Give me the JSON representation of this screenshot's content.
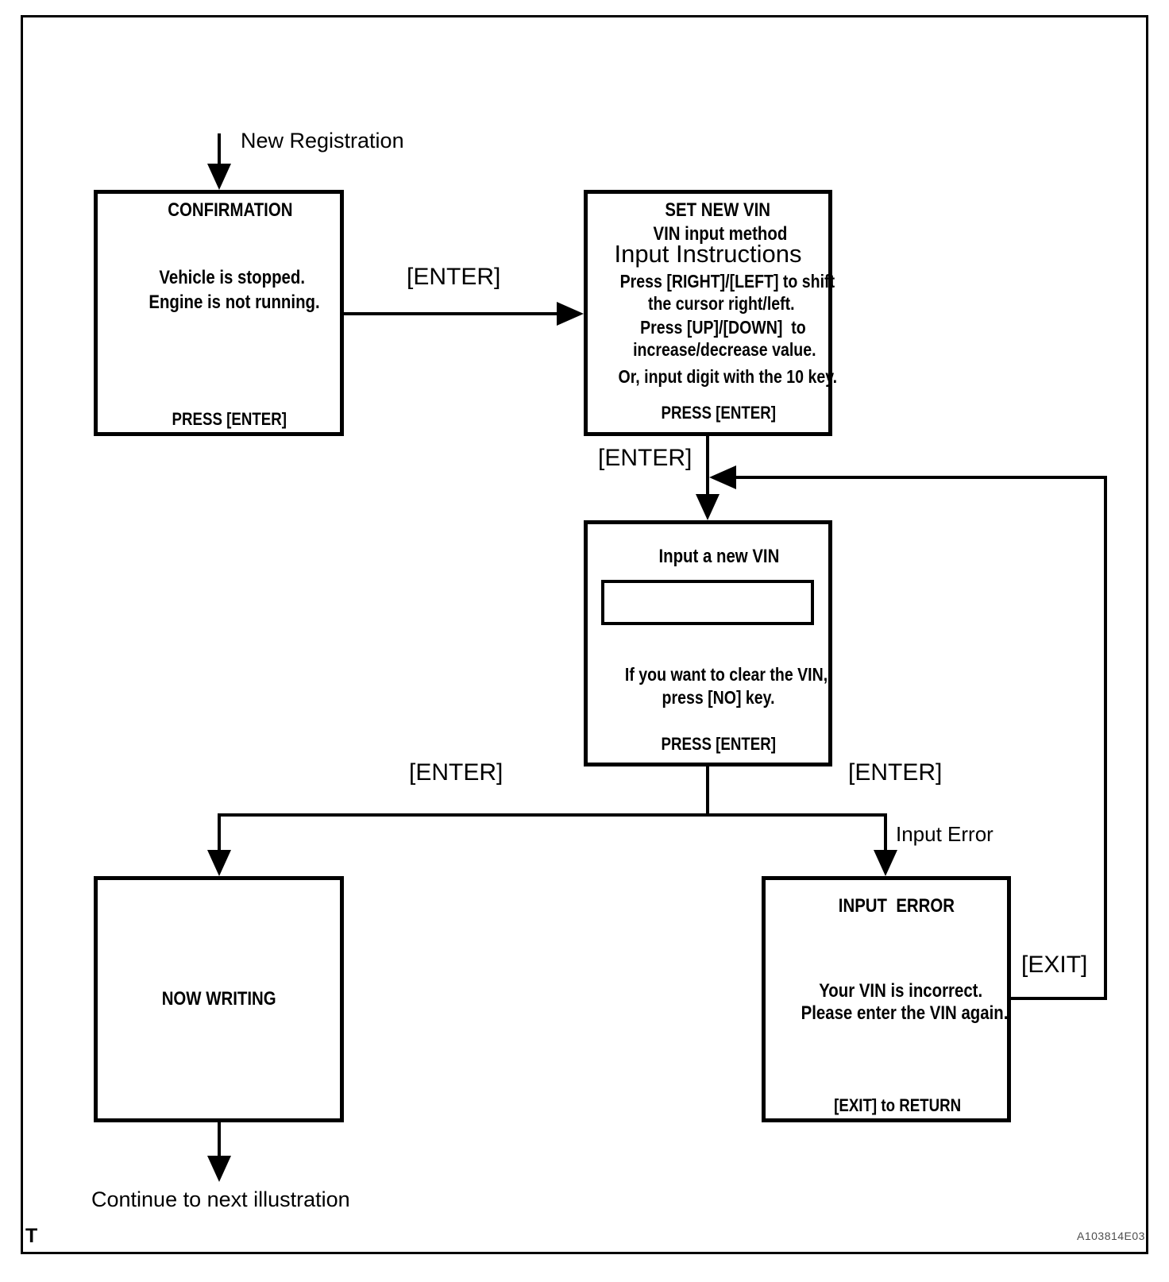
{
  "page": {
    "background": "#ffffff",
    "line_color": "#000000",
    "footer_left": "T",
    "footer_right": "A103814E03"
  },
  "labels": {
    "entry": "New Registration",
    "enter_confirm_to_vin": "[ENTER]",
    "enter_vin_to_input": "[ENTER]",
    "enter_to_writing": "[ENTER]",
    "enter_to_error": "[ENTER]",
    "input_error": "Input Error",
    "exit_loop": "[EXIT]",
    "continue": "Continue to next illustration"
  },
  "boxes": {
    "confirmation": {
      "title": "CONFIRMATION",
      "body_line1": "Vehicle is stopped.",
      "body_line2": "Engine is not running.",
      "footer": "PRESS [ENTER]"
    },
    "set_new_vin": {
      "title": "SET NEW VIN",
      "subtitle": "VIN input method",
      "heading": "Input Instructions",
      "instr1": "Press [RIGHT]/[LEFT] to shift",
      "instr2": "the cursor right/left.",
      "instr3": "Press [UP]/[DOWN]  to",
      "instr4": "increase/decrease value.",
      "instr5": "Or, input digit with the 10 key.",
      "footer": "PRESS [ENTER]"
    },
    "input_new_vin": {
      "title": "Input a new VIN",
      "vin_field_value": "",
      "note_line1": "If you want to clear the VIN,",
      "note_line2": "press [NO] key.",
      "footer": "PRESS [ENTER]"
    },
    "now_writing": {
      "title": "NOW WRITING"
    },
    "input_error": {
      "title": "INPUT  ERROR",
      "body_line1": "Your VIN is incorrect.",
      "body_line2": "Please enter the VIN again.",
      "footer": "[EXIT] to RETURN"
    }
  }
}
